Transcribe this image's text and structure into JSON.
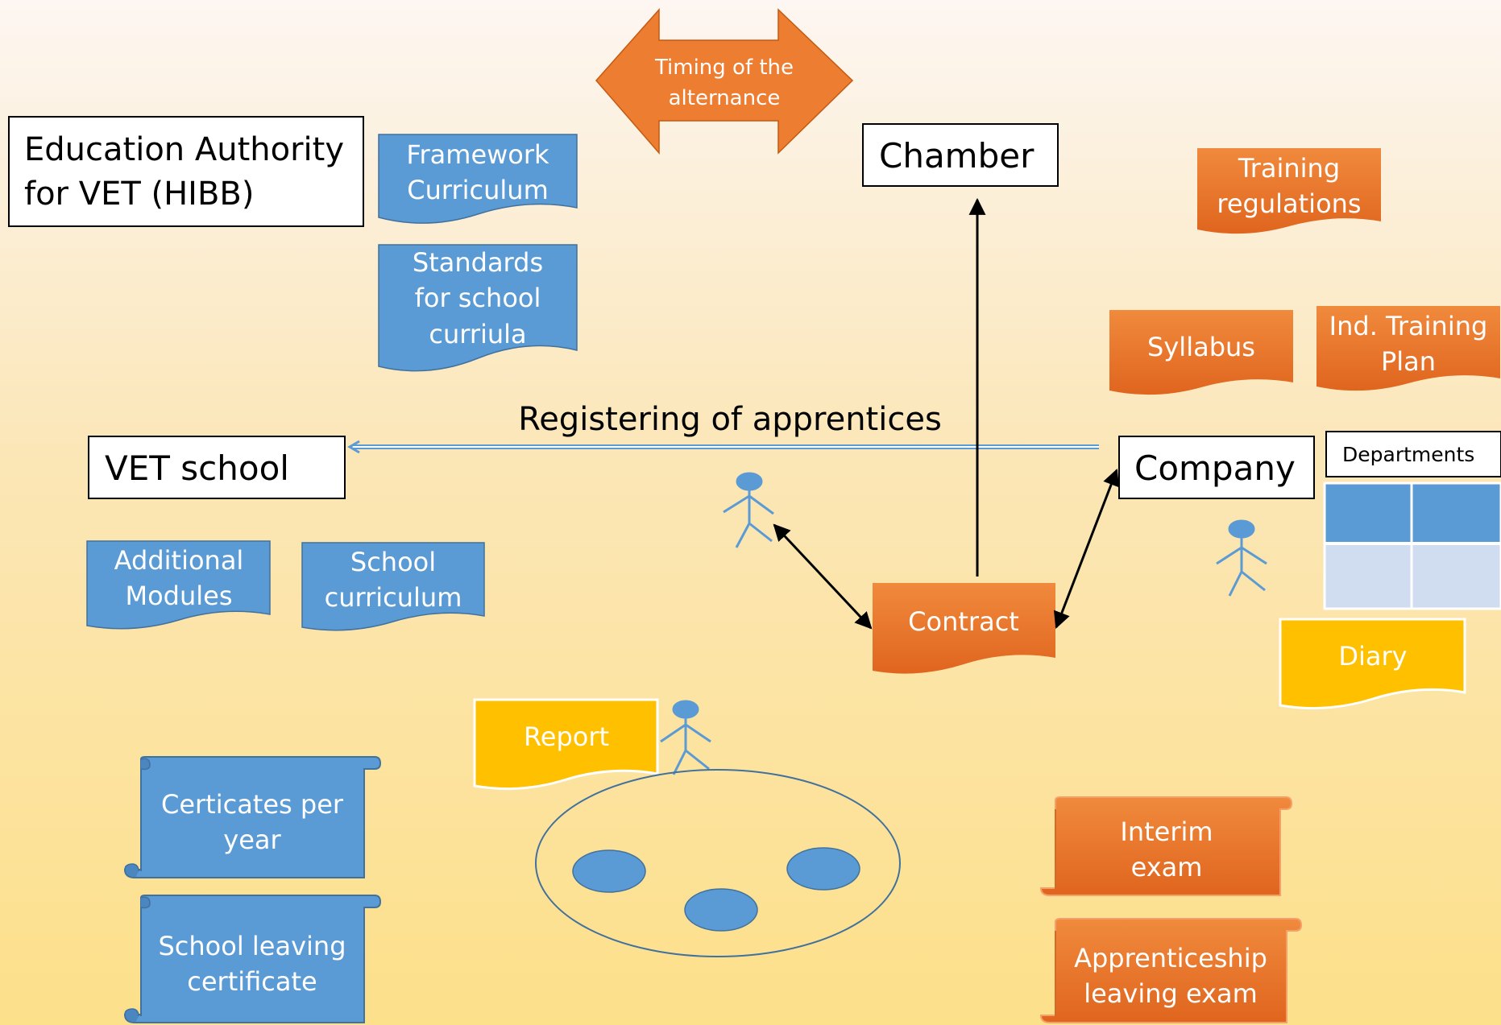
{
  "labels": {
    "authority": [
      "Education Authority",
      "for VET (HIBB)"
    ],
    "chamber": "Chamber",
    "vet_school": "VET school",
    "company": "Company",
    "registering": "Registering of apprentices",
    "timing": [
      "Timing of the",
      "alternance"
    ],
    "framework": [
      "Framework",
      "Curriculum"
    ],
    "standards": [
      "Standards",
      "for school",
      "curriula"
    ],
    "training_regulations": [
      "Training",
      "regulations"
    ],
    "syllabus": "Syllabus",
    "ind_training_plan": [
      "Ind. Training",
      "Plan"
    ],
    "departments": "Departments",
    "additional_modules": [
      "Additional",
      "Modules"
    ],
    "school_curriculum": [
      "School",
      "curriculum"
    ],
    "contract": "Contract",
    "diary": "Diary",
    "report": "Report",
    "certificates": [
      "Certicates per",
      "year"
    ],
    "school_leaving": [
      "School leaving",
      "certificate"
    ],
    "interim_exam": [
      "Interim",
      "exam"
    ],
    "apprenticeship_exam": [
      "Apprenticeship",
      "leaving exam"
    ]
  },
  "colors": {
    "bg_top": "#fcf4f0",
    "bg_bottom": "#fde28c",
    "blue": "#5b9bd5",
    "orange": "#ed7d31",
    "orange_dark": "#e2661e",
    "yellow": "#ffc000",
    "light_blue": "#d0dcef",
    "stroke_blue": "#41719c"
  }
}
